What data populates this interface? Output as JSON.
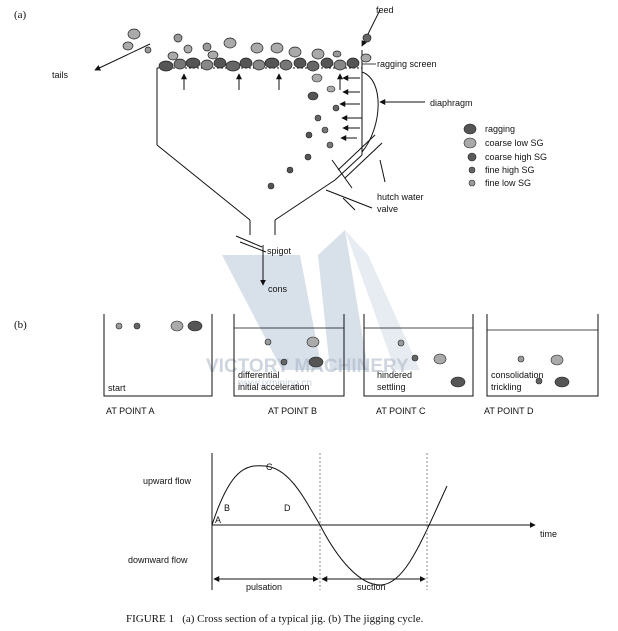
{
  "panel_a": {
    "label": "(a)",
    "feed": "feed",
    "tails": "tails",
    "ragging_screen": "ragging screen",
    "diaphragm": "diaphragm",
    "hutch_water_valve_1": "hutch water",
    "hutch_water_valve_2": "valve",
    "spigot": "spigot",
    "cons": "cons",
    "legend": [
      {
        "label": "ragging",
        "color": "#555555"
      },
      {
        "label": "coarse low SG",
        "color": "#a8a8a8"
      },
      {
        "label": "coarse high SG",
        "color": "#5a5a5a"
      },
      {
        "label": "fine high SG",
        "color": "#666666"
      },
      {
        "label": "fine low SG",
        "color": "#9a9a9a"
      }
    ]
  },
  "panel_b": {
    "label": "(b)",
    "boxes": [
      {
        "text": [
          "start"
        ],
        "caption": "AT POINT A"
      },
      {
        "text": [
          "differential",
          "initial acceleration"
        ],
        "caption": "AT POINT B"
      },
      {
        "text": [
          "hindered",
          "settling"
        ],
        "caption": "AT POINT C"
      },
      {
        "text": [
          "consolidation",
          "trickling"
        ],
        "caption": "AT POINT D"
      }
    ]
  },
  "cycle": {
    "upward_flow": "upward flow",
    "downward_flow": "downward flow",
    "time": "time",
    "pulsation": "pulsation",
    "suction": "suction",
    "points": [
      "A",
      "B",
      "C",
      "D"
    ]
  },
  "watermark": {
    "line1": "VICTORY MACHINERY",
    "line2": "www.jxmining.cn"
  },
  "caption": "FIGURE 1   (a) Cross section of a typical jig. (b) The jigging cycle."
}
